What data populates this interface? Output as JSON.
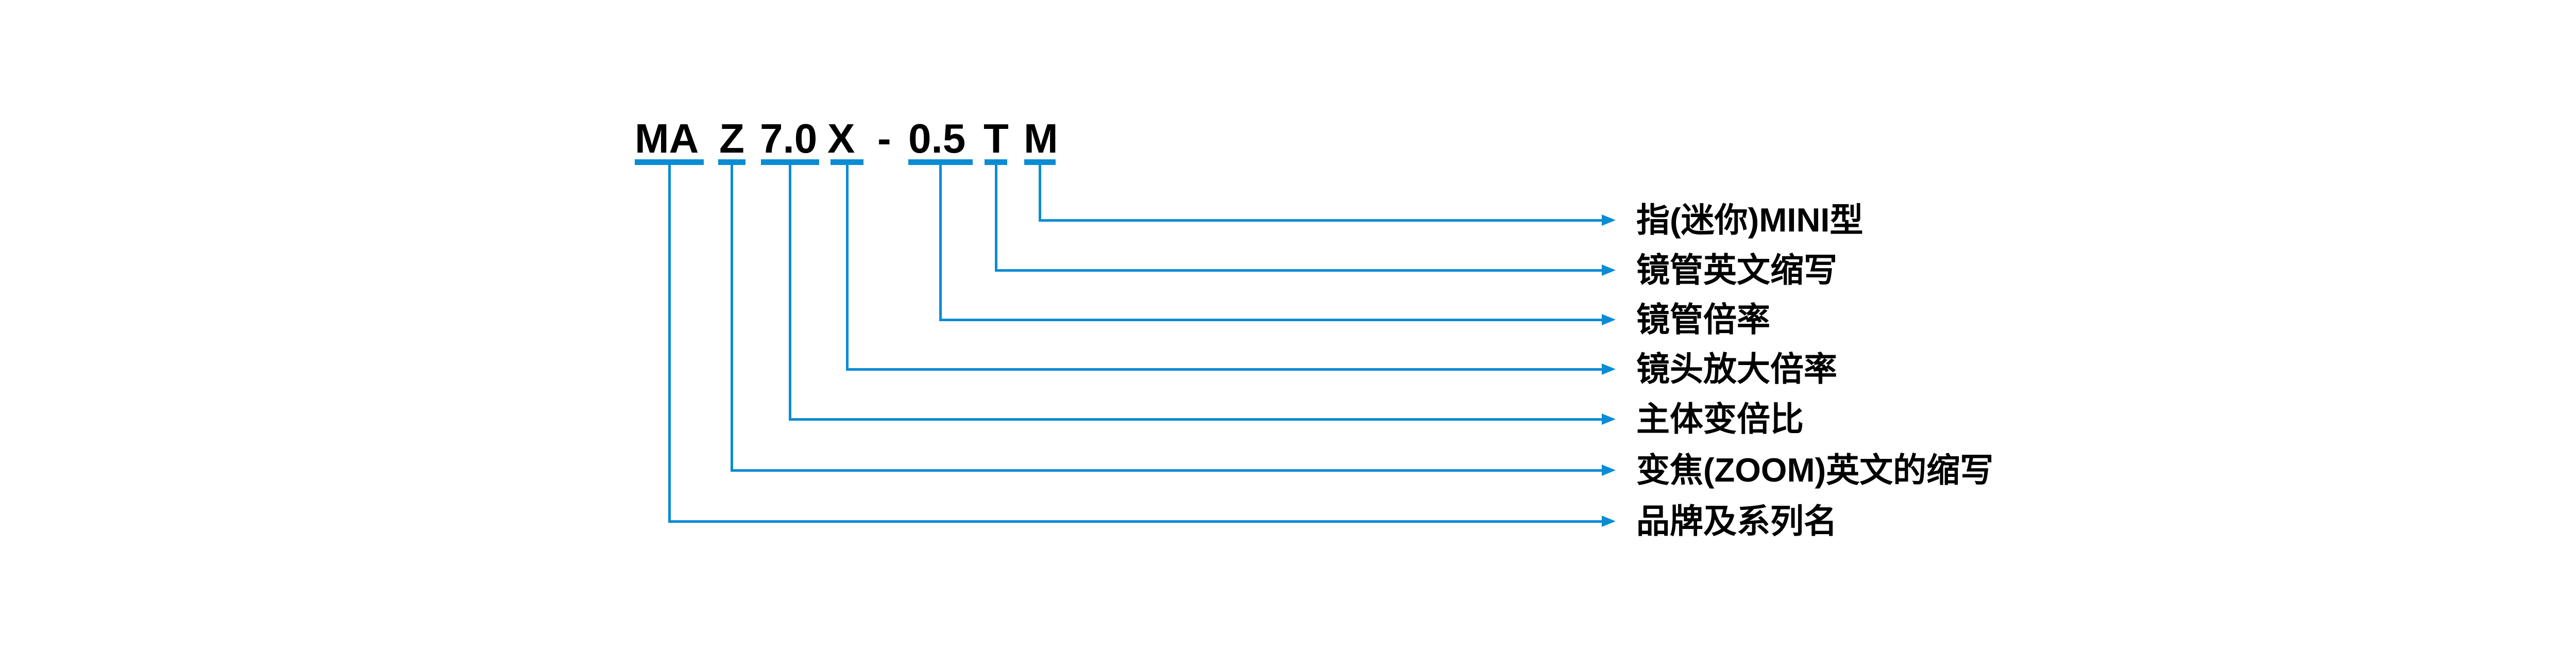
{
  "title": {
    "full_code": "MA Z 7.0 X - 0.5 T M",
    "segments": [
      {
        "label": "MA"
      },
      {
        "label": "Z"
      },
      {
        "label": "7.0"
      },
      {
        "label": "X"
      },
      {
        "label": "-"
      },
      {
        "label": "0.5"
      },
      {
        "label": "T"
      },
      {
        "label": "M"
      }
    ]
  },
  "callouts": [
    {
      "target": "M",
      "label": "指(迷你)MINI型"
    },
    {
      "target": "T",
      "label": "镜管英文缩写"
    },
    {
      "target": "0.5",
      "label": "镜管倍率"
    },
    {
      "target": "X",
      "label": "镜头放大倍率"
    },
    {
      "target": "7.0",
      "label": "主体变倍比"
    },
    {
      "target": "Z",
      "label": "变焦(ZOOM)英文的缩写"
    },
    {
      "target": "MA",
      "label": "品牌及系列名"
    }
  ],
  "colors": {
    "accent_blue": "#0a8cd4",
    "text_black": "#000000",
    "background": "#ffffff"
  }
}
